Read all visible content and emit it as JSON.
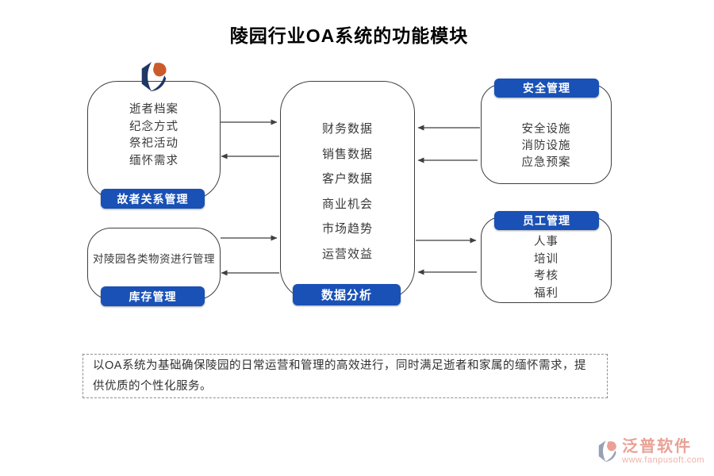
{
  "title": "陵园行业OA系统的功能模块",
  "colors": {
    "label_blue": "#1951b6",
    "box_border": "#3f3f3f",
    "logo_navy": "#1f3864",
    "logo_orange": "#cc5b2a",
    "footer_salmon": "#e9a196"
  },
  "boxes": {
    "deceased_relations": {
      "label": "故者关系管理",
      "items": [
        "逝者档案",
        "纪念方式",
        "祭祀活动",
        "缅怀需求"
      ]
    },
    "data_analysis": {
      "label": "数据分析",
      "items": [
        "财务数据",
        "销售数据",
        "客户数据",
        "商业机会",
        "市场趋势",
        "运营效益"
      ]
    },
    "safety_management": {
      "label": "安全管理",
      "items": [
        "安全设施",
        "消防设施",
        "应急预案"
      ]
    },
    "employee_management": {
      "label": "员工管理",
      "items": [
        "人事",
        "培训",
        "考核",
        "福利"
      ]
    },
    "inventory_management": {
      "label": "库存管理",
      "text": "对陵园各类物资进行管理"
    }
  },
  "summary": "以OA系统为基础确保陵园的日常运营和管理的高效进行，同时满足逝者和家属的缅怀需求，提供优质的个性化服务。",
  "footer": {
    "brand": "泛普软件",
    "url": "www.fanpusoft.com"
  }
}
